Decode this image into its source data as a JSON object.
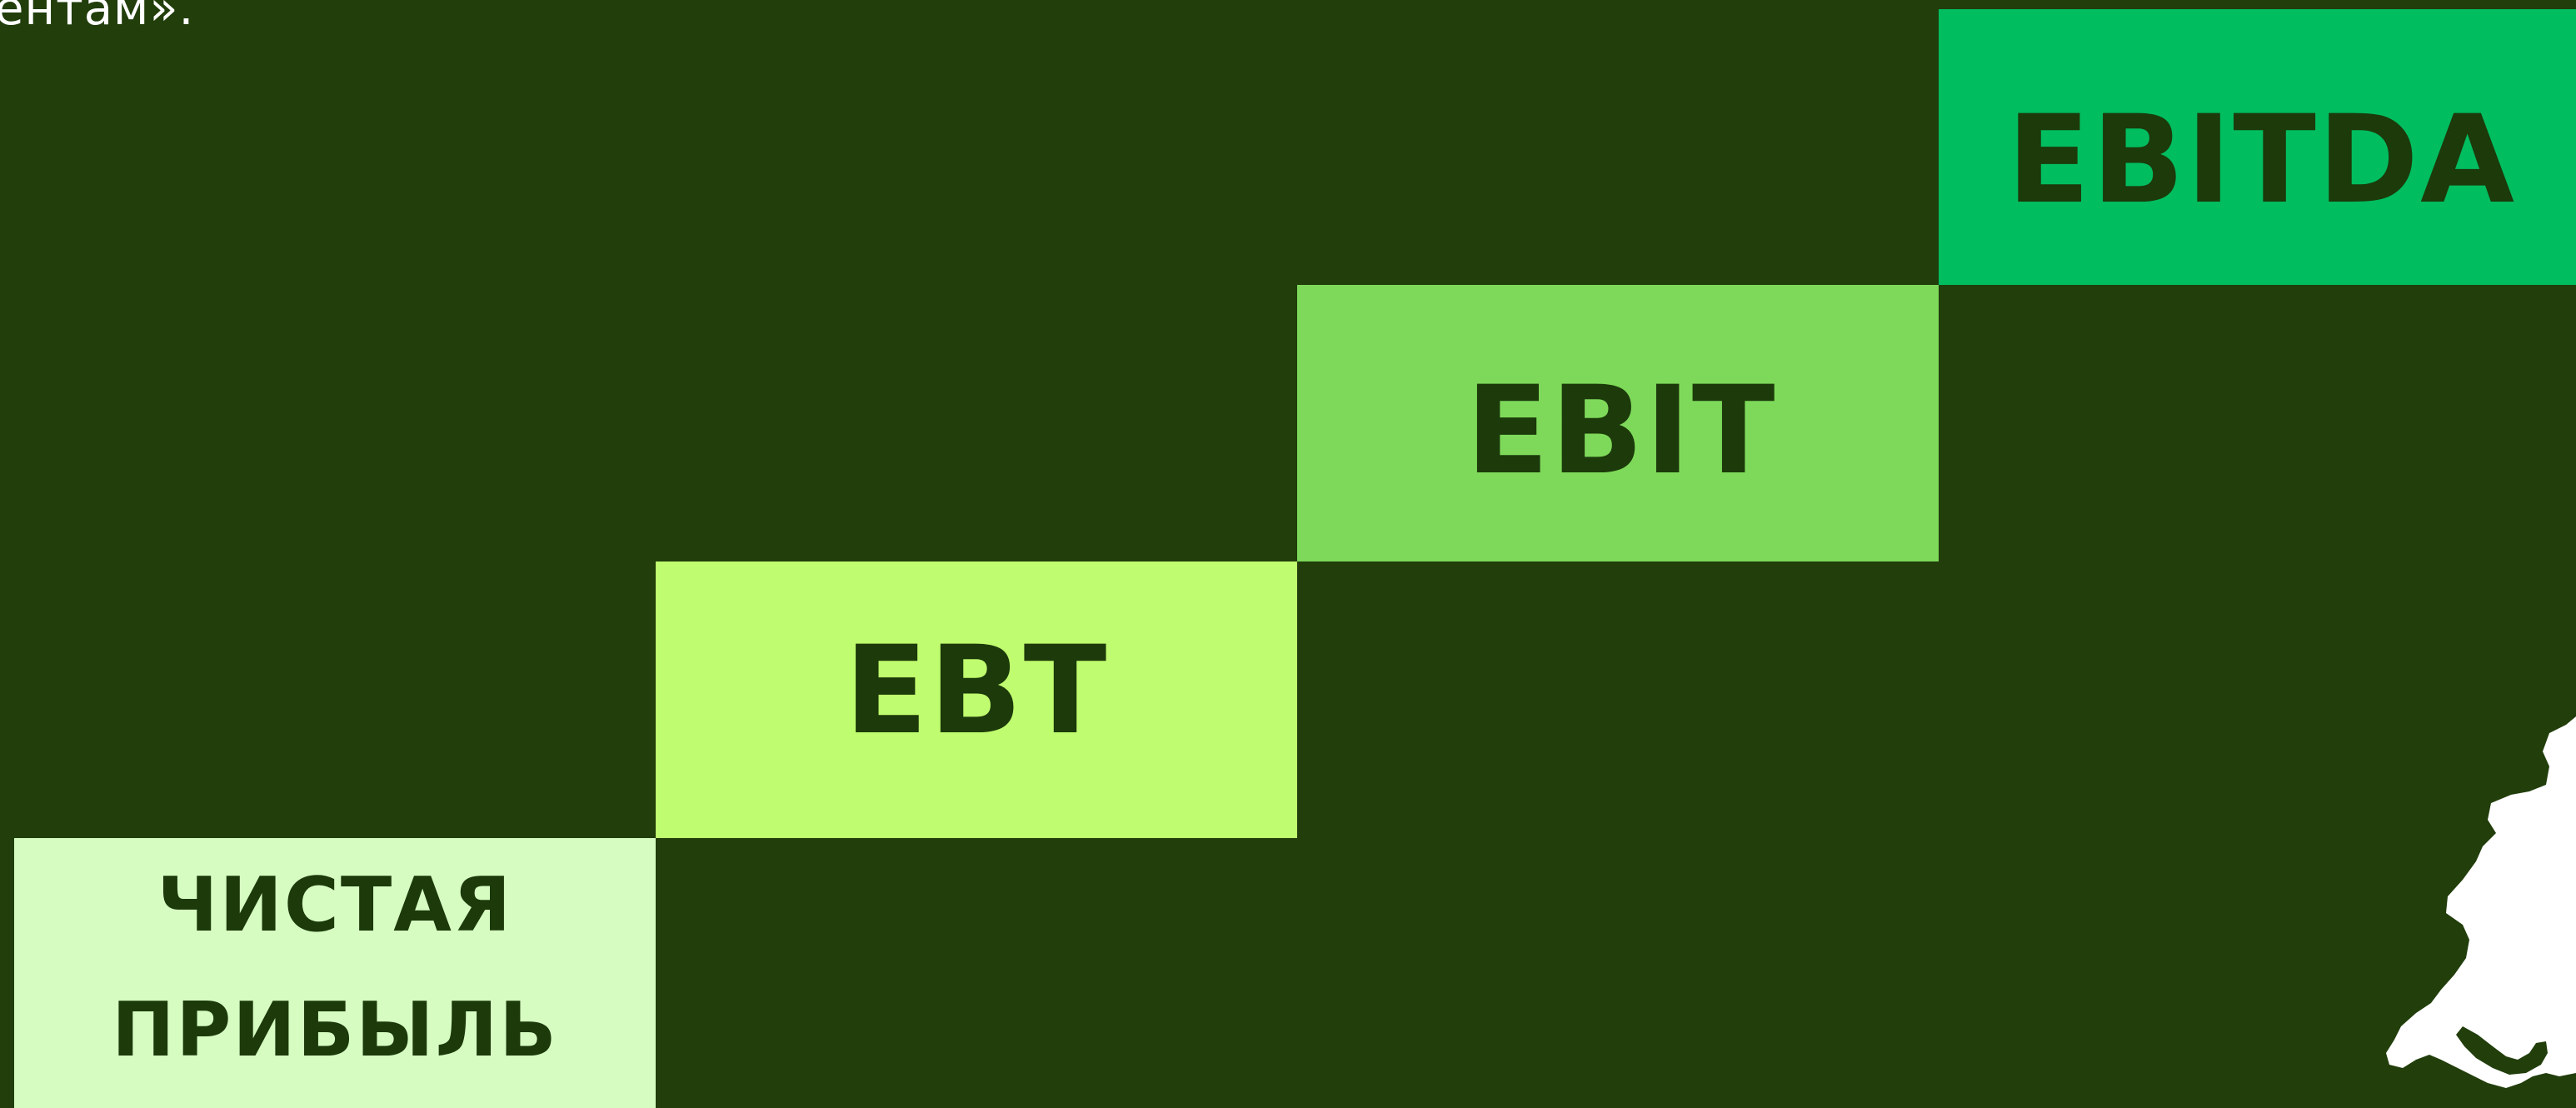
{
  "intro_text": "ентам».",
  "steps": [
    {
      "lines": [
        "ЧИСТАЯ",
        "ПРИБЫЛЬ"
      ],
      "color": "#d6fcc2"
    },
    {
      "lines": [
        "EBT"
      ],
      "color": "#c0fc6f"
    },
    {
      "lines": [
        "EBIT"
      ],
      "color": "#7ed95a"
    },
    {
      "lines": [
        "EBITDA"
      ],
      "color": "#00bd60"
    }
  ],
  "colors": {
    "background": "#213e0b",
    "label_text": "#1c3a0a",
    "intro_text": "#ffffff",
    "decoration": "#ffffff"
  },
  "decoration_icon": "figure-silhouette"
}
